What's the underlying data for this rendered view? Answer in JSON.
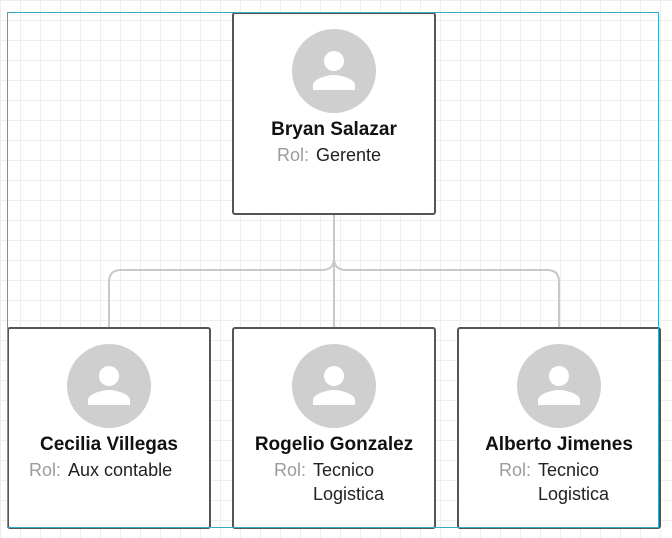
{
  "org_chart": {
    "manager": {
      "name": "Bryan Salazar",
      "role_label": "Rol:",
      "role": "Gerente"
    },
    "reports": [
      {
        "name": "Cecilia Villegas",
        "role_label": "Rol:",
        "role": "Aux contable"
      },
      {
        "name": "Rogelio Gonzalez",
        "role_label": "Rol:",
        "role": "Tecnico\nLogistica"
      },
      {
        "name": "Alberto Jimenes",
        "role_label": "Rol:",
        "role": "Tecnico\nLogistica"
      }
    ]
  },
  "colors": {
    "card_border": "#555555",
    "connector": "#c8c8c8",
    "avatar_bg": "#cfcfcf",
    "avatar_fg": "#ffffff",
    "role_label": "#9c9c9c",
    "selection": "#3aa8c8"
  },
  "icons": {
    "avatar": "person-icon"
  }
}
